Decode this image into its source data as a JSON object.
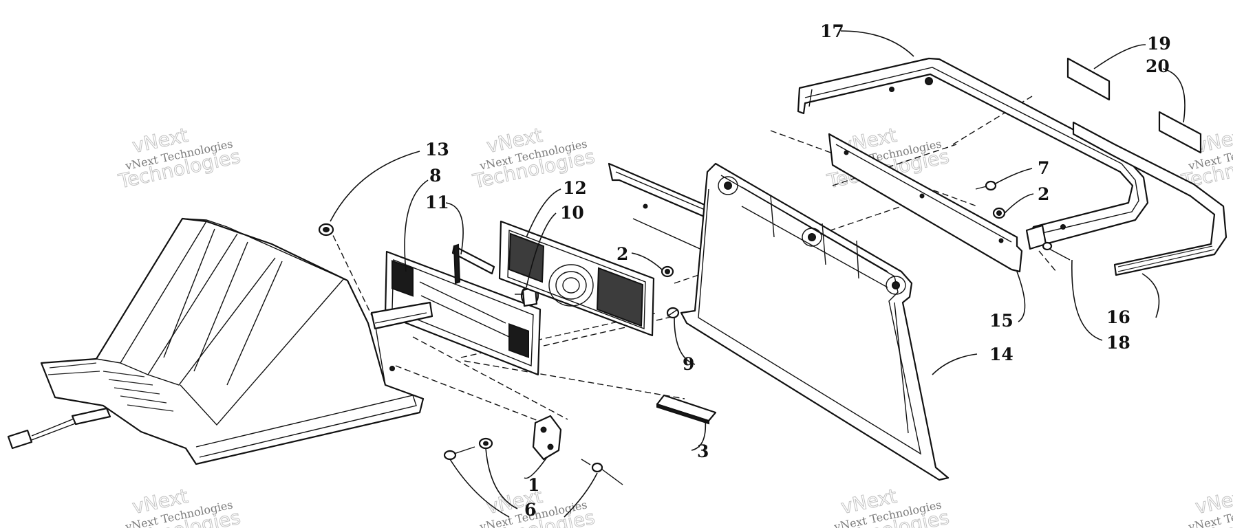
{
  "diagram": {
    "part_numbers": [
      "1",
      "2",
      "3",
      "6",
      "7",
      "8",
      "9",
      "10",
      "11",
      "12",
      "13",
      "14",
      "15",
      "16",
      "17",
      "18",
      "19",
      "20"
    ],
    "labels": {
      "p1": "1",
      "p2a": "2",
      "p2b": "2",
      "p3": "3",
      "p6": "6",
      "p7": "7",
      "p8": "8",
      "p9": "9",
      "p10": "10",
      "p11": "11",
      "p12": "12",
      "p13": "13",
      "p14": "14",
      "p15": "15",
      "p16": "16",
      "p17": "17",
      "p18": "18",
      "p19": "19",
      "p20": "20"
    }
  },
  "watermark": {
    "line1": "vNext",
    "line2": "vNext Technologies",
    "line3": "Technologies"
  }
}
